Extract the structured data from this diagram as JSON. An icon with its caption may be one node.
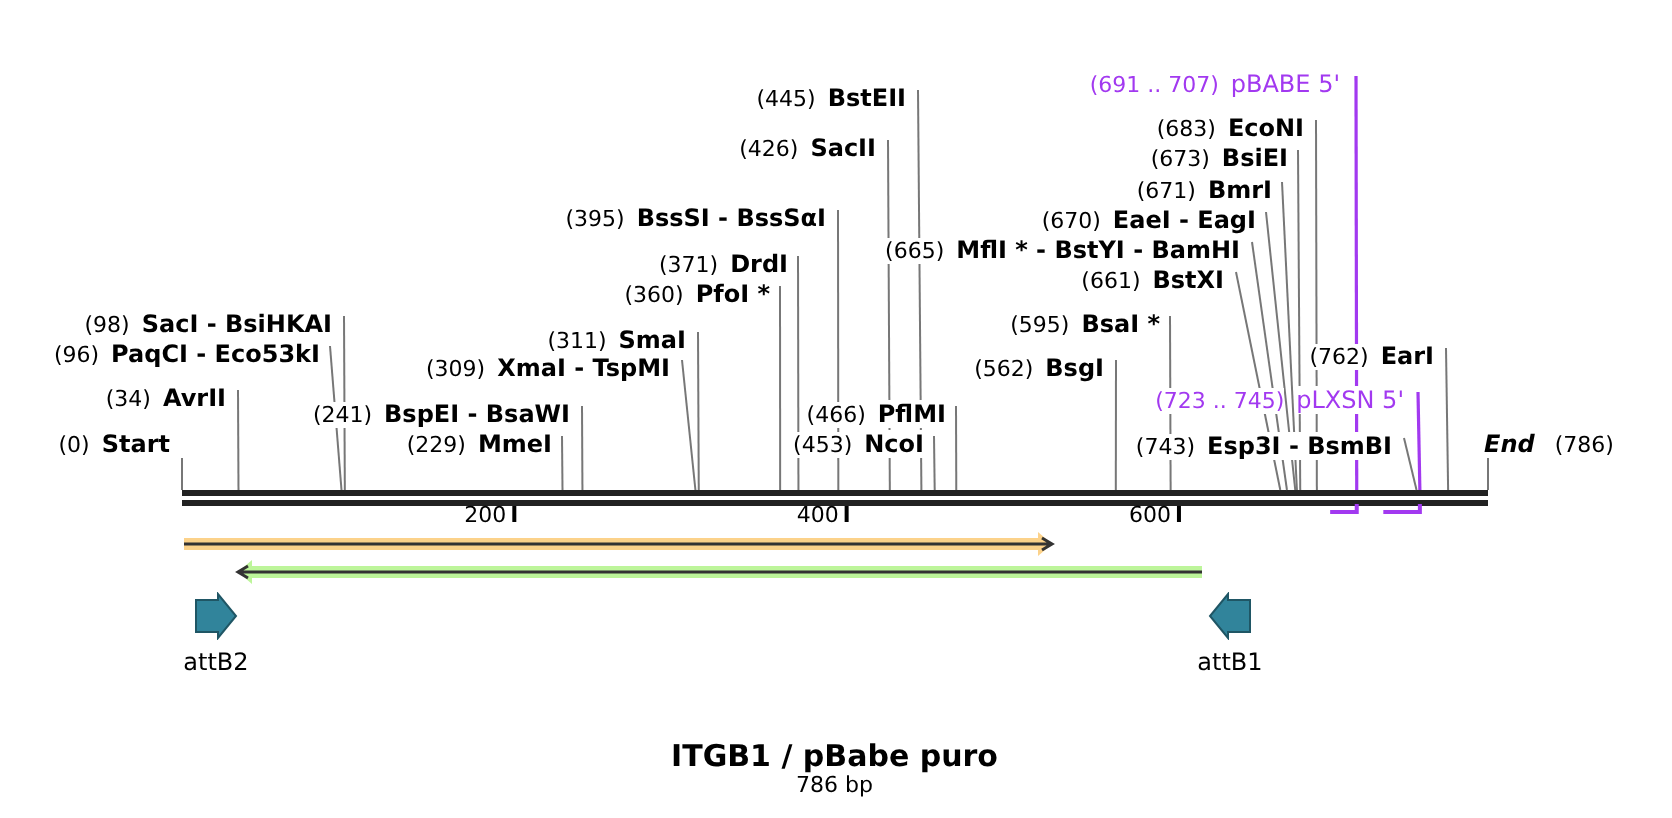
{
  "diagram": {
    "title": "ITGB1 / pBabe puro",
    "caption": "786 bp",
    "nodes": [
      {
        "text": [
          "(0)",
          "Start"
        ]
      },
      {
        "text": [
          "(34)",
          "AvrII"
        ]
      },
      {
        "text": [
          "(96)",
          "PaqCI - Eco53kI"
        ]
      },
      {
        "text": [
          "(98)",
          "SacI - BsiHKAI"
        ]
      },
      {
        "text": [
          "(229)",
          "MmeI"
        ]
      },
      {
        "text": [
          "(241)",
          "BspEI - BsaWI"
        ]
      },
      {
        "text": [
          "(309)",
          "XmaI - TspMI"
        ]
      },
      {
        "text": [
          "(311)",
          "SmaI"
        ]
      },
      {
        "text": [
          "(360)",
          "PfoI *"
        ]
      },
      {
        "text": [
          "(371)",
          "DrdI"
        ]
      },
      {
        "text": [
          "(395)",
          "BssSI - BssSαI"
        ]
      },
      {
        "text": [
          "(426)",
          "SacII"
        ]
      },
      {
        "text": [
          "(445)",
          "BstEII"
        ]
      },
      {
        "text": [
          "(453)",
          "NcoI"
        ]
      },
      {
        "text": [
          "(466)",
          "PflMI"
        ]
      },
      {
        "text": [
          "(562)",
          "BsgI"
        ]
      },
      {
        "text": [
          "(595)",
          "BsaI *"
        ]
      },
      {
        "text": [
          "(661)",
          "BstXI"
        ]
      },
      {
        "text": [
          "(665)",
          "MflI * - BstYI - BamHI"
        ]
      },
      {
        "text": [
          "(670)",
          "EaeI - EagI"
        ]
      },
      {
        "text": [
          "(671)",
          "BmrI"
        ]
      },
      {
        "text": [
          "(673)",
          "BsiEI"
        ]
      },
      {
        "text": [
          "(683)",
          "EcoNI"
        ]
      },
      {
        "text": [
          "(691 .. 707)",
          "pBABE 5'"
        ]
      },
      {
        "text": [
          "(762)",
          "EarI"
        ]
      },
      {
        "text": [
          "(723 .. 745)",
          "pLXSN 5'"
        ]
      },
      {
        "text": [
          "(743)",
          "Esp3I - BsmBI"
        ]
      },
      {
        "text": [
          "End",
          "(786)"
        ]
      },
      {
        "text": [],
        "shape": "bar"
      },
      {
        "text": [
          "attB2"
        ]
      },
      {
        "text": [
          "attB1"
        ]
      }
    ],
    "edges": [
      {
        "from": 0,
        "to": 28,
        "arrow": "none"
      },
      {
        "from": 1,
        "to": 28,
        "arrow": "none"
      },
      {
        "from": 2,
        "to": 28,
        "arrow": "none"
      },
      {
        "from": 3,
        "to": 28,
        "arrow": "none"
      },
      {
        "from": 4,
        "to": 28,
        "arrow": "none"
      },
      {
        "from": 5,
        "to": 28,
        "arrow": "none"
      },
      {
        "from": 6,
        "to": 28,
        "arrow": "none"
      },
      {
        "from": 7,
        "to": 28,
        "arrow": "none"
      },
      {
        "from": 8,
        "to": 28,
        "arrow": "none"
      },
      {
        "from": 9,
        "to": 28,
        "arrow": "none"
      },
      {
        "from": 10,
        "to": 28,
        "arrow": "none"
      },
      {
        "from": 11,
        "to": 28,
        "arrow": "none"
      },
      {
        "from": 12,
        "to": 28,
        "arrow": "none"
      },
      {
        "from": 13,
        "to": 28,
        "arrow": "none"
      },
      {
        "from": 14,
        "to": 28,
        "arrow": "none"
      },
      {
        "from": 15,
        "to": 28,
        "arrow": "none"
      },
      {
        "from": 16,
        "to": 28,
        "arrow": "none"
      },
      {
        "from": 17,
        "to": 28,
        "arrow": "none"
      },
      {
        "from": 18,
        "to": 28,
        "arrow": "none"
      },
      {
        "from": 19,
        "to": 28,
        "arrow": "none"
      },
      {
        "from": 20,
        "to": 28,
        "arrow": "none"
      },
      {
        "from": 21,
        "to": 28,
        "arrow": "none"
      },
      {
        "from": 22,
        "to": 28,
        "arrow": "none"
      },
      {
        "from": 23,
        "to": 28,
        "arrow": "none",
        "color": "#a239f0"
      },
      {
        "from": 24,
        "to": 28,
        "arrow": "none"
      },
      {
        "from": 25,
        "to": 28,
        "arrow": "none",
        "color": "#a239f0"
      },
      {
        "from": 26,
        "to": 28,
        "arrow": "none"
      },
      {
        "from": 27,
        "to": 28,
        "arrow": "none"
      }
    ],
    "labels": [
      "200",
      "400",
      "600"
    ]
  }
}
